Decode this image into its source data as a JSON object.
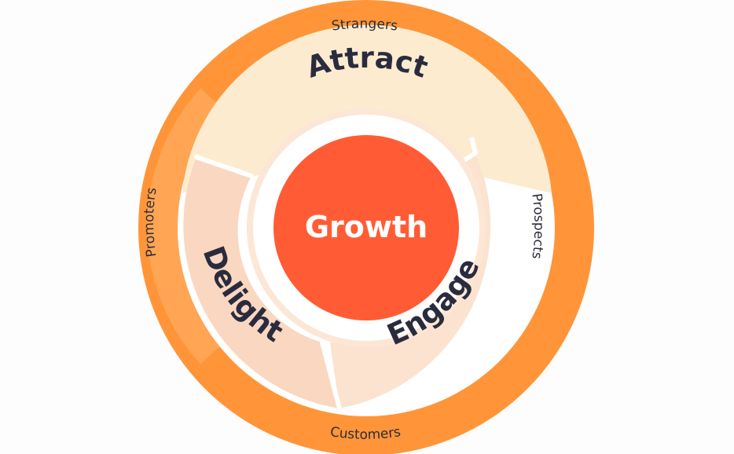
{
  "center": {
    "label": "Growth",
    "color": "#ff5c35"
  },
  "stages": [
    {
      "id": "attract",
      "label": "Attract",
      "color": "#fdebd0"
    },
    {
      "id": "engage",
      "label": "Engage",
      "color": "#fbe3cf"
    },
    {
      "id": "delight",
      "label": "Delight",
      "color": "#fad7c0"
    }
  ],
  "outer_labels": [
    {
      "id": "strangers",
      "label": "Strangers"
    },
    {
      "id": "prospects",
      "label": "Prospects"
    },
    {
      "id": "customers",
      "label": "Customers"
    },
    {
      "id": "promoters",
      "label": "Promoters"
    }
  ],
  "colors": {
    "outer_ring": "#ff9a3d",
    "outer_ring_light": "#ffb26a",
    "text_dark": "#2a2c3e",
    "center_text": "#ffffff"
  }
}
